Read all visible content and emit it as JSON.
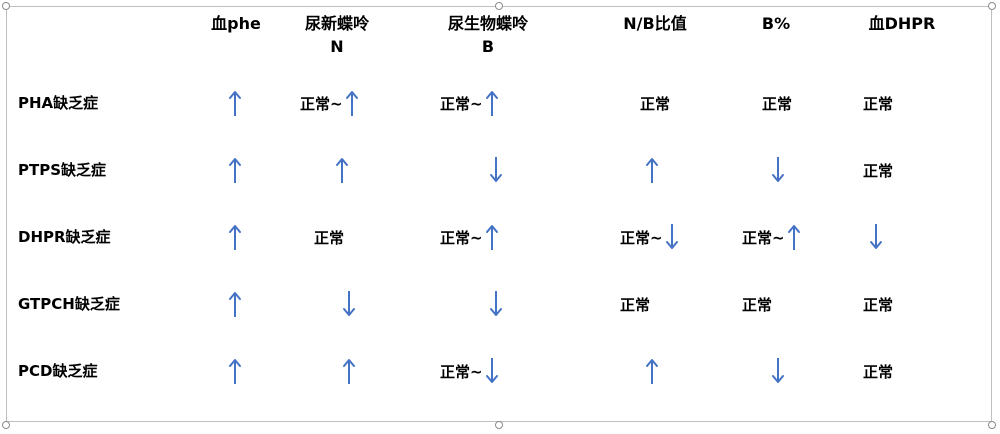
{
  "table": {
    "headers": [
      {
        "id": "phe",
        "lines": [
          "血phe"
        ]
      },
      {
        "id": "n",
        "lines": [
          "尿新蝶呤",
          "N"
        ]
      },
      {
        "id": "b",
        "lines": [
          "尿生物蝶呤",
          "B"
        ]
      },
      {
        "id": "nb",
        "lines": [
          "N/B比值"
        ]
      },
      {
        "id": "bp",
        "lines": [
          "B%"
        ]
      },
      {
        "id": "dhpr",
        "lines": [
          "血DHPR"
        ]
      }
    ],
    "rows": [
      {
        "label": "PHA缺乏症",
        "cells": [
          {
            "text": "",
            "arrow": "up"
          },
          {
            "text": "正常~",
            "arrow": "up"
          },
          {
            "text": "正常~",
            "arrow": "up"
          },
          {
            "text": "正常",
            "arrow": ""
          },
          {
            "text": "正常",
            "arrow": ""
          },
          {
            "text": "正常",
            "arrow": ""
          }
        ]
      },
      {
        "label": "PTPS缺乏症",
        "cells": [
          {
            "text": "",
            "arrow": "up"
          },
          {
            "text": "",
            "arrow": "up"
          },
          {
            "text": "",
            "arrow": "down"
          },
          {
            "text": "",
            "arrow": "up"
          },
          {
            "text": "",
            "arrow": "down"
          },
          {
            "text": "正常",
            "arrow": ""
          }
        ]
      },
      {
        "label": "DHPR缺乏症",
        "cells": [
          {
            "text": "",
            "arrow": "up"
          },
          {
            "text": "正常",
            "arrow": ""
          },
          {
            "text": "正常~",
            "arrow": "up"
          },
          {
            "text": "正常~",
            "arrow": "down"
          },
          {
            "text": "正常~",
            "arrow": "up"
          },
          {
            "text": "",
            "arrow": "down"
          }
        ]
      },
      {
        "label": "GTPCH缺乏症",
        "cells": [
          {
            "text": "",
            "arrow": "up"
          },
          {
            "text": "",
            "arrow": "down"
          },
          {
            "text": "",
            "arrow": "down"
          },
          {
            "text": "正常",
            "arrow": ""
          },
          {
            "text": "正常",
            "arrow": ""
          },
          {
            "text": "正常",
            "arrow": ""
          }
        ]
      },
      {
        "label": "PCD缺乏症",
        "cells": [
          {
            "text": "",
            "arrow": "up"
          },
          {
            "text": "",
            "arrow": "up"
          },
          {
            "text": "正常~",
            "arrow": "down"
          },
          {
            "text": "",
            "arrow": "up"
          },
          {
            "text": "",
            "arrow": "down"
          },
          {
            "text": "正常",
            "arrow": ""
          }
        ]
      }
    ]
  },
  "colors": {
    "arrow": "#4472c4",
    "text": "#000000",
    "frame": "#bfbfbf"
  },
  "icons": {
    "up": "up-arrow-icon",
    "down": "down-arrow-icon"
  }
}
